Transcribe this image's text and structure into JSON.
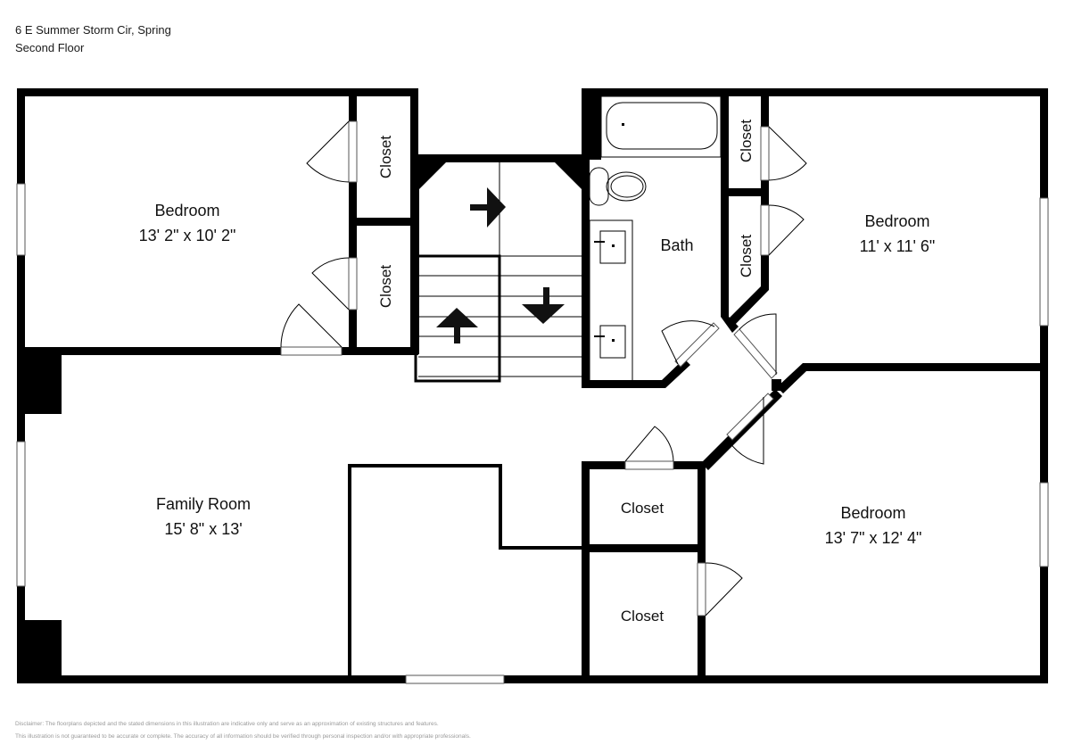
{
  "header": {
    "address": "6 E Summer Storm Cir, Spring",
    "floor": "Second Floor"
  },
  "rooms": {
    "bedroom_1": {
      "name": "Bedroom",
      "dims": "13' 2\" x 10' 2\""
    },
    "bedroom_2": {
      "name": "Bedroom",
      "dims": "11' x 11' 6\""
    },
    "bedroom_3": {
      "name": "Bedroom",
      "dims": "13' 7\" x 12' 4\""
    },
    "family_room": {
      "name": "Family Room",
      "dims": "15' 8\" x 13'"
    },
    "bath": {
      "name": "Bath"
    },
    "closets": [
      "Closet",
      "Closet",
      "Closet",
      "Closet",
      "Closet",
      "Closet"
    ]
  },
  "icons": {
    "stairs": "staircase-icon",
    "arrows": [
      "arrow-right-icon",
      "arrow-up-icon",
      "arrow-down-icon"
    ],
    "fixtures": [
      "bathtub-icon",
      "toilet-icon",
      "sink-icon",
      "sink-icon"
    ]
  },
  "disclaimer": {
    "line1": "Disclaimer: The floorplans depicted and the stated dimensions in this illustration are indicative only and serve as an approximation of existing structures and features.",
    "line2": "This illustration is not guaranteed to be accurate or complete. The accuracy of all information should be verified through personal inspection and/or with appropriate professionals."
  }
}
